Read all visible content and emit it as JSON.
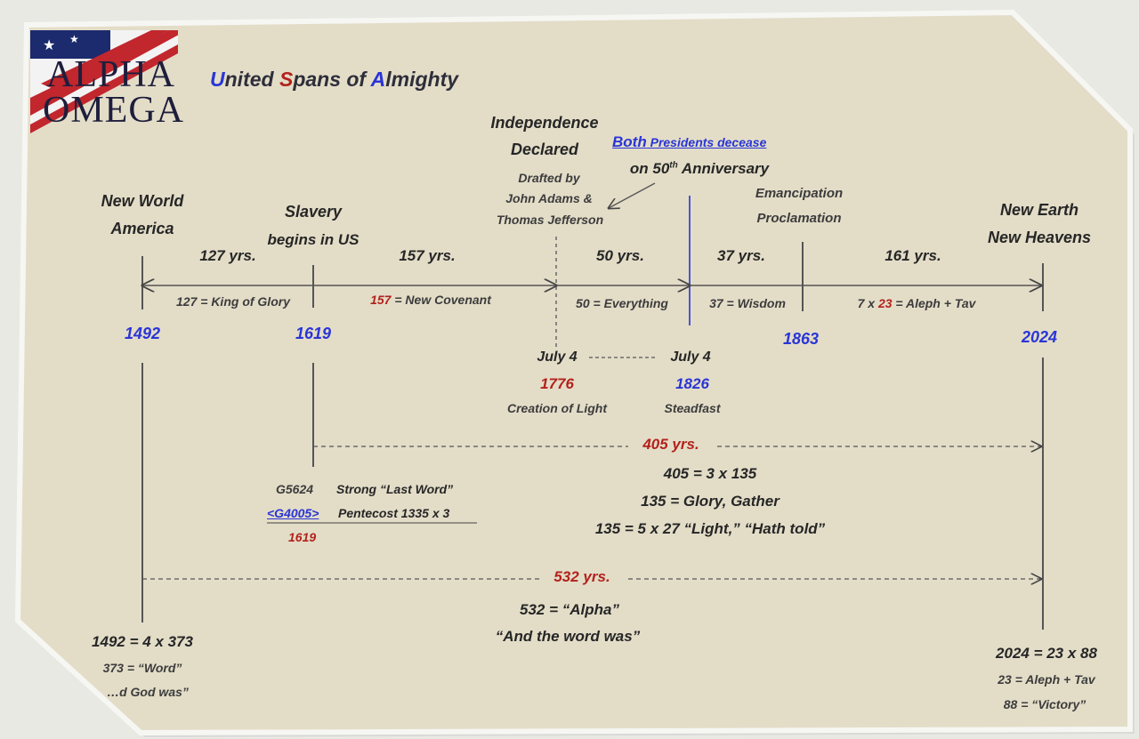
{
  "logo": {
    "line1": "ALPHA",
    "line2": "OMEGA"
  },
  "title": {
    "u": "U",
    "u_rest": "nited ",
    "s": "S",
    "s_rest": "pans of ",
    "a": "A",
    "a_rest": "lmighty"
  },
  "colors": {
    "panel": "#e3ddc8",
    "accent_red": "#b3221c",
    "accent_blue": "#2a35d6",
    "text": "#262626",
    "flag_navy": "#1c2a6e"
  },
  "milestones": {
    "m1492": {
      "year": "1492",
      "line1": "New World",
      "line2": "America"
    },
    "m1619": {
      "year": "1619",
      "line1": "Slavery",
      "line2": "begins in US"
    },
    "m1776": {
      "line1": "Independence",
      "line2": "Declared",
      "drafted1": "Drafted by",
      "drafted2": "John Adams &",
      "drafted3": "Thomas Jefferson",
      "date": "July 4",
      "year": "1776",
      "meaning": "Creation of Light"
    },
    "m1826": {
      "both": "Both",
      "deceased": " Presidents decease",
      "anniversary_pre": "on 50",
      "anniversary_sup": "th",
      "anniversary_post": " Anniversary",
      "date": "July 4",
      "year": "1826",
      "meaning": "Steadfast"
    },
    "m1863": {
      "year": "1863",
      "line1": "Emancipation",
      "line2": "Proclamation"
    },
    "m2024": {
      "year": "2024",
      "line1": "New Earth",
      "line2": "New Heavens"
    }
  },
  "spans": [
    {
      "label": "127 yrs.",
      "meaning": "127 = King of Glory"
    },
    {
      "label": "157 yrs.",
      "meaning_num": "157",
      "meaning_rest": " = New Covenant"
    },
    {
      "label": "50 yrs.",
      "meaning": "50 = Everything"
    },
    {
      "label": "37 yrs.",
      "meaning": "37 = Wisdom"
    },
    {
      "label": "161 yrs.",
      "meaning_pre": "7 x ",
      "meaning_num": "23",
      "meaning_rest": " = Aleph + Tav"
    }
  ],
  "span405": {
    "label": "405 yrs.",
    "line1": "405 = 3 x 135",
    "line2": "135 = Glory, Gather",
    "line3": "135 = 5 x 27 “Light,” “Hath told”"
  },
  "strong": {
    "code1": "G5624",
    "text1": "Strong “Last Word”",
    "code2": "<G4005>",
    "text2": "Pentecost  1335 x 3",
    "year": "1619"
  },
  "span532": {
    "label": "532 yrs.",
    "line1": "532 = “Alpha”",
    "line2": "“And the word was”"
  },
  "bottom_left": {
    "line1": "1492 = 4 x 373",
    "line2": "373 = “Word”",
    "line3": "…d God was”"
  },
  "bottom_right": {
    "line1": "2024 = 23 x 88",
    "line2": "23 = Aleph + Tav",
    "line3": "88 = “Victory”"
  }
}
